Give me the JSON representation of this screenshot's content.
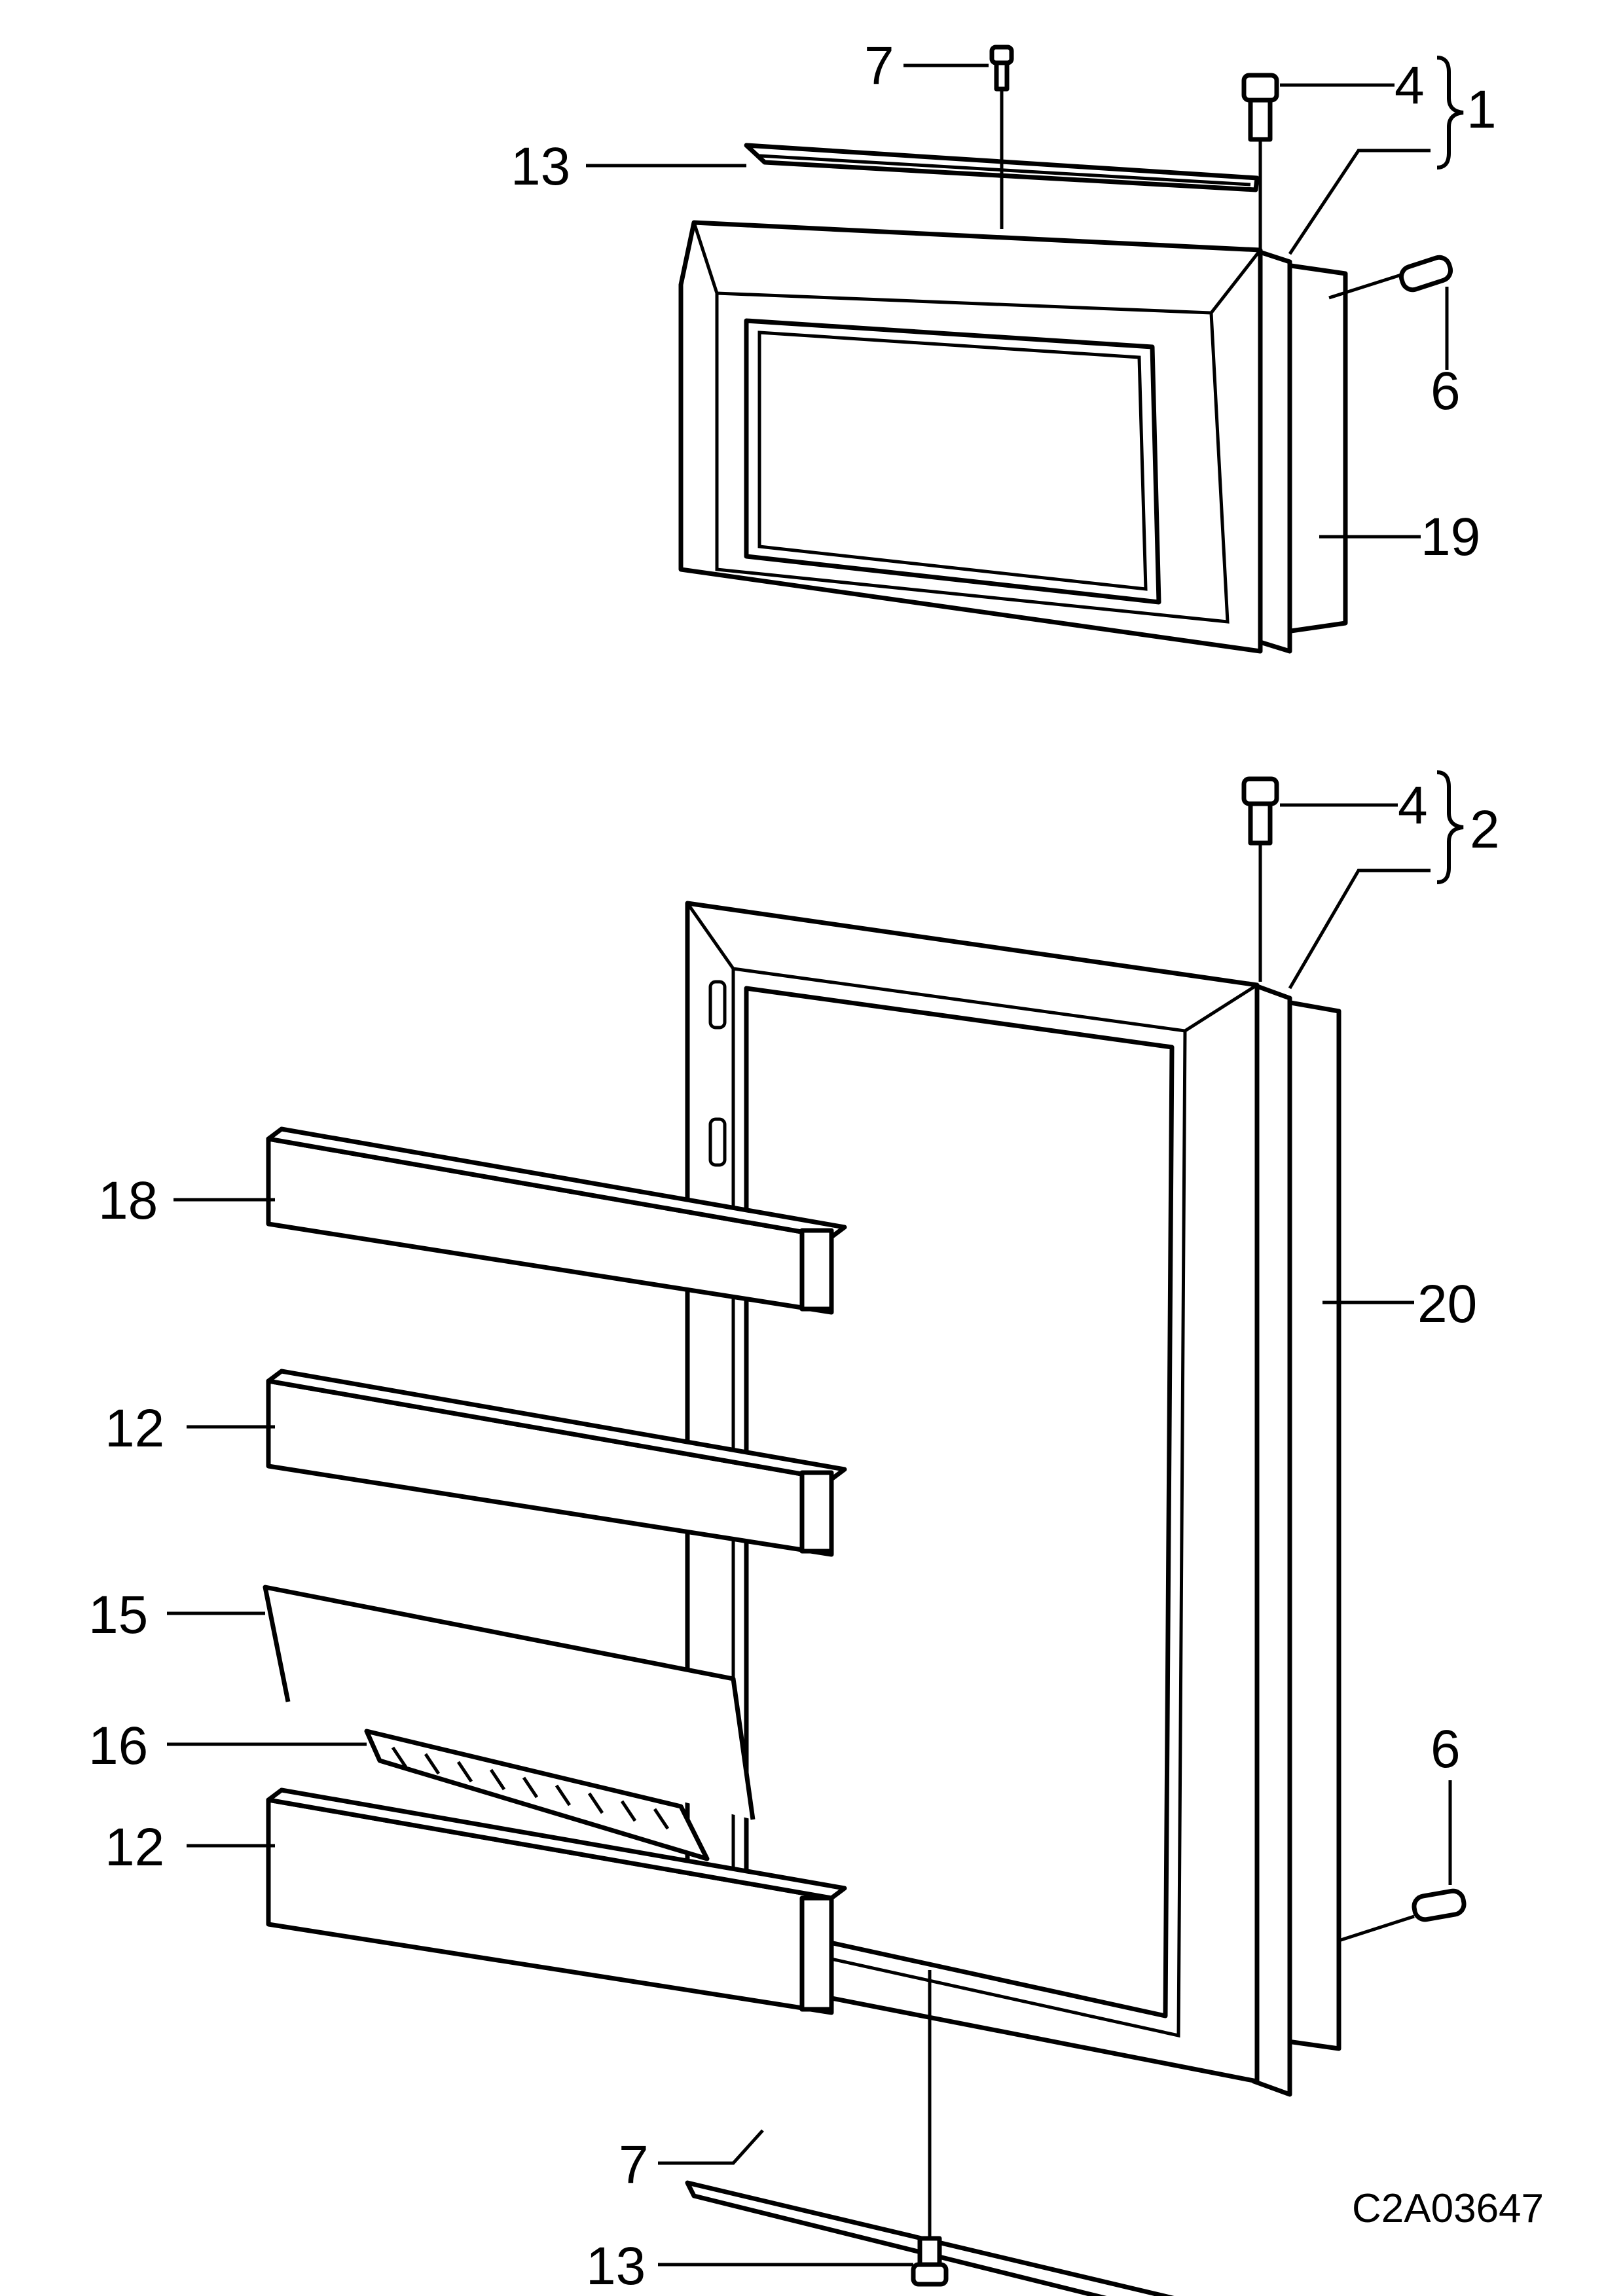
{
  "figure_code": "C2A03647",
  "callouts": {
    "screw_top": "7",
    "strip_top": "13",
    "hinge_pin_top": "4",
    "assembly_top": "1",
    "pin_top": "6",
    "gasket_top": "19",
    "hinge_pin_bottom": "4",
    "assembly_bottom": "2",
    "shelf_upper": "18",
    "shelf_middle": "12",
    "gasket_bottom": "20",
    "rail": "15",
    "retainer": "16",
    "shelf_lower": "12",
    "pin_bottom": "6",
    "strip_bottom": "7",
    "screw_bottom": "13"
  },
  "colors": {
    "line": "#000000",
    "background": "#ffffff"
  }
}
